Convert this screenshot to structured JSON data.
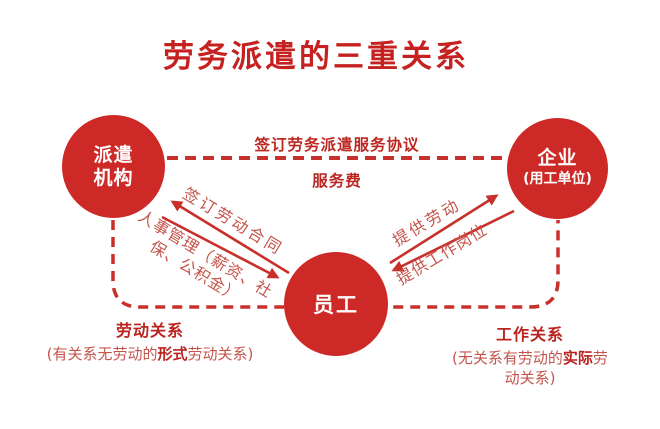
{
  "title": "劳务派遣的三重关系",
  "colors": {
    "title_red": "#c52120",
    "node_red": "#cd2926",
    "line_red": "#c8302b",
    "label_dark_red": "#bc2722",
    "label_light_red": "#c4554c",
    "background": "#ffffff"
  },
  "nodes": {
    "agency": {
      "line1": "派遣",
      "line2": "机构"
    },
    "enterprise": {
      "line1": "企业",
      "line2": "(用工单位)"
    },
    "employee": {
      "label": "员工"
    }
  },
  "relations": {
    "agency_enterprise": {
      "above_line": "签订劳务派遣服务协议",
      "below_line": "服务费"
    },
    "agency_employee": {
      "to_agency": "签订劳动合同",
      "to_employee": "人事管理（薪资、社\n保、公积金）"
    },
    "enterprise_employee": {
      "to_enterprise": "提供劳动",
      "to_employee": "提供工作岗位"
    }
  },
  "footnotes": {
    "left": {
      "title": "劳动关系",
      "desc_prefix": "(有关系无劳动的",
      "desc_bold": "形式",
      "desc_suffix": "劳动关系)"
    },
    "right": {
      "title": "工作关系",
      "desc_prefix": "(无关系有劳动的",
      "desc_bold": "实际",
      "desc_suffix": "劳\n动关系)"
    }
  }
}
